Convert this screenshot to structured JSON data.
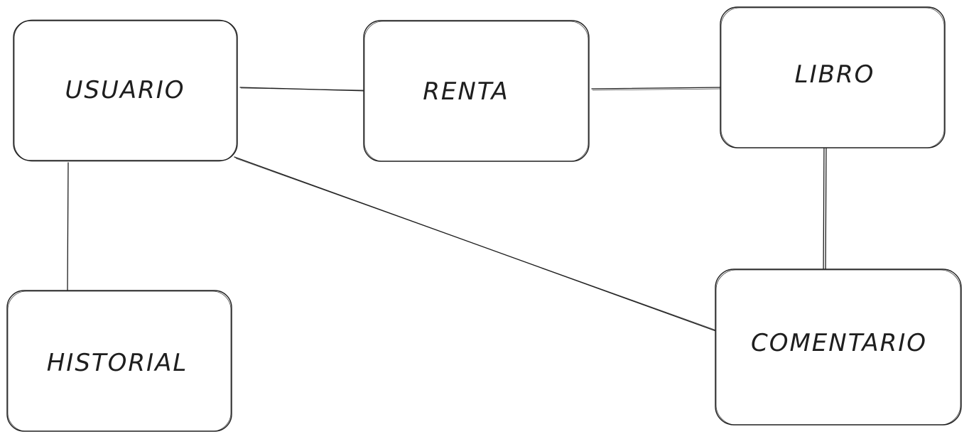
{
  "nodes": {
    "usuario": {
      "label": "USUARIO"
    },
    "renta": {
      "label": "RENTA"
    },
    "libro": {
      "label": "LIBRO"
    },
    "historial": {
      "label": "HISTORIAL"
    },
    "comentario": {
      "label": "COMENTARIO"
    }
  },
  "edges": [
    {
      "from": "usuario",
      "to": "renta"
    },
    {
      "from": "renta",
      "to": "libro"
    },
    {
      "from": "usuario",
      "to": "historial"
    },
    {
      "from": "usuario",
      "to": "comentario"
    },
    {
      "from": "libro",
      "to": "comentario"
    }
  ],
  "colors": {
    "stroke": "#1e1e1e",
    "background": "#ffffff"
  }
}
